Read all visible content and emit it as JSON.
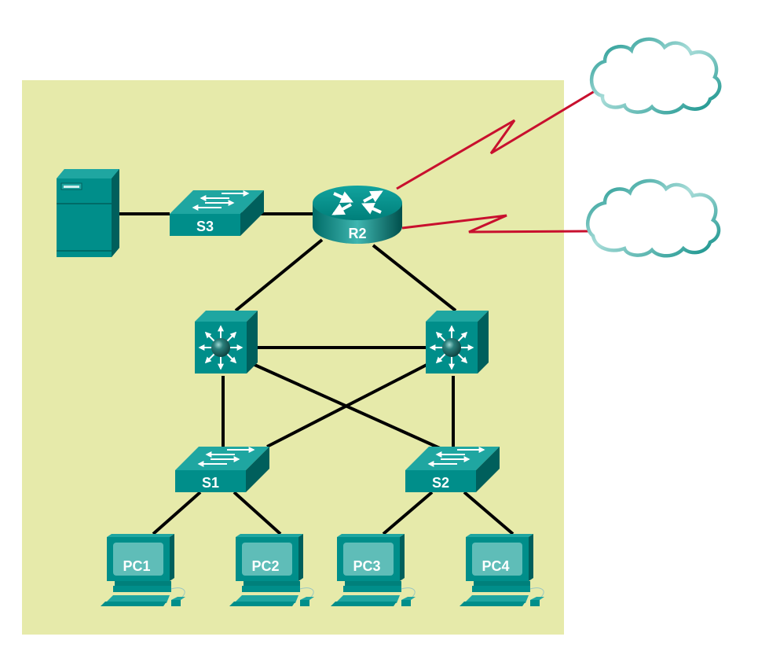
{
  "diagram": {
    "type": "network-topology",
    "colors": {
      "panel": "#e6eaaa",
      "device": "#008e8a",
      "device_dark": "#005f5c",
      "device_light": "#1fa6a1",
      "ethernet_link": "#000000",
      "serial_link": "#c8102e",
      "cloud_stroke": "#1a9a94",
      "cloud_stroke_light": "#a8dcd8"
    },
    "devices": {
      "server": {
        "label": "",
        "type": "server"
      },
      "s3": {
        "label": "S3",
        "type": "switch"
      },
      "r2": {
        "label": "R2",
        "type": "router"
      },
      "mls_left": {
        "label": "",
        "type": "multilayer-switch"
      },
      "mls_right": {
        "label": "",
        "type": "multilayer-switch"
      },
      "s1": {
        "label": "S1",
        "type": "switch"
      },
      "s2": {
        "label": "S2",
        "type": "switch"
      },
      "pc1": {
        "label": "PC1",
        "type": "pc"
      },
      "pc2": {
        "label": "PC2",
        "type": "pc"
      },
      "pc3": {
        "label": "PC3",
        "type": "pc"
      },
      "pc4": {
        "label": "PC4",
        "type": "pc"
      },
      "cloud_top": {
        "label": "",
        "type": "cloud"
      },
      "cloud_bottom": {
        "label": "",
        "type": "cloud"
      }
    },
    "links": [
      {
        "from": "server",
        "to": "s3",
        "type": "ethernet"
      },
      {
        "from": "s3",
        "to": "r2",
        "type": "ethernet"
      },
      {
        "from": "r2",
        "to": "mls_left",
        "type": "ethernet"
      },
      {
        "from": "r2",
        "to": "mls_right",
        "type": "ethernet"
      },
      {
        "from": "mls_left",
        "to": "mls_right",
        "type": "ethernet"
      },
      {
        "from": "mls_left",
        "to": "s1",
        "type": "ethernet"
      },
      {
        "from": "mls_left",
        "to": "s2",
        "type": "ethernet"
      },
      {
        "from": "mls_right",
        "to": "s1",
        "type": "ethernet"
      },
      {
        "from": "mls_right",
        "to": "s2",
        "type": "ethernet"
      },
      {
        "from": "s1",
        "to": "pc1",
        "type": "ethernet"
      },
      {
        "from": "s1",
        "to": "pc2",
        "type": "ethernet"
      },
      {
        "from": "s2",
        "to": "pc3",
        "type": "ethernet"
      },
      {
        "from": "s2",
        "to": "pc4",
        "type": "ethernet"
      },
      {
        "from": "r2",
        "to": "cloud_top",
        "type": "serial"
      },
      {
        "from": "r2",
        "to": "cloud_bottom",
        "type": "serial"
      }
    ]
  }
}
